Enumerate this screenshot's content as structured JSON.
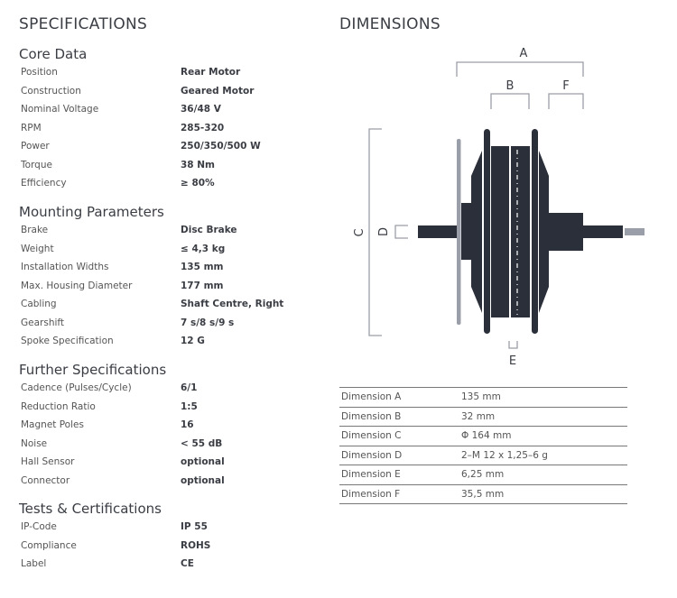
{
  "specs": {
    "title": "SPECIFICATIONS",
    "sections": [
      {
        "title": "Core Data",
        "rows": [
          [
            "Position",
            "Rear Motor"
          ],
          [
            "Construction",
            "Geared Motor"
          ],
          [
            "Nominal Voltage",
            "36/48 V"
          ],
          [
            "RPM",
            "285-320"
          ],
          [
            "Power",
            "250/350/500 W"
          ],
          [
            "Torque",
            "38 Nm"
          ],
          [
            "Efficiency",
            "≥ 80%"
          ]
        ]
      },
      {
        "title": "Mounting Parameters",
        "rows": [
          [
            "Brake",
            "Disc Brake"
          ],
          [
            "Weight",
            "≤ 4,3 kg"
          ],
          [
            "Installation Widths",
            "135 mm"
          ],
          [
            "Max. Housing Diameter",
            "177 mm"
          ],
          [
            "Cabling",
            "Shaft Centre, Right"
          ],
          [
            "Gearshift",
            "7 s/8 s/9 s"
          ],
          [
            "Spoke Specification",
            "12 G"
          ]
        ]
      },
      {
        "title": "Further Specifications",
        "rows": [
          [
            "Cadence (Pulses/Cycle)",
            "6/1"
          ],
          [
            "Reduction Ratio",
            "1:5"
          ],
          [
            "Magnet Poles",
            "16"
          ],
          [
            "Noise",
            "< 55 dB"
          ],
          [
            "Hall Sensor",
            "optional"
          ],
          [
            "Connector",
            "optional"
          ]
        ]
      },
      {
        "title": "Tests & Certifications",
        "rows": [
          [
            "IP-Code",
            "IP 55"
          ],
          [
            "Compliance",
            "ROHS"
          ],
          [
            "Label",
            "CE"
          ]
        ]
      }
    ]
  },
  "dimensions": {
    "title": "DIMENSIONS",
    "labels": {
      "A": "A",
      "B": "B",
      "C": "C",
      "D": "D",
      "E": "E",
      "F": "F"
    },
    "rows": [
      [
        "Dimension A",
        "135 mm"
      ],
      [
        "Dimension B",
        "32 mm"
      ],
      [
        "Dimension C",
        "Φ 164 mm"
      ],
      [
        "Dimension D",
        "2–M 12 x 1,25–6 g"
      ],
      [
        "Dimension E",
        "6,25 mm"
      ],
      [
        "Dimension F",
        "35,5 mm"
      ]
    ]
  },
  "colors": {
    "dark": "#2b2f3a",
    "gray": "#9a9ea8"
  }
}
